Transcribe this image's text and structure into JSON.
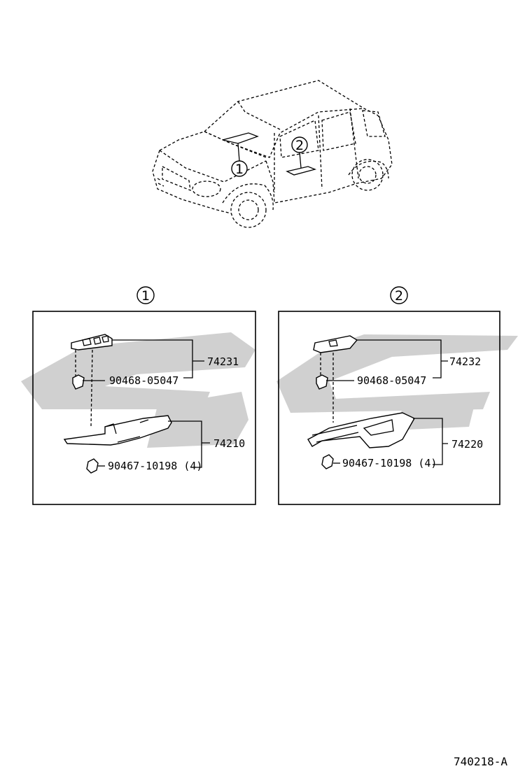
{
  "callouts": {
    "one": "1",
    "two": "2"
  },
  "panel_1": {
    "callout": "1",
    "parts": {
      "switch_bezel": "74231",
      "screw": "90468-05047",
      "armrest": "74210",
      "clip": "90467-10198 (4)"
    }
  },
  "panel_2": {
    "callout": "2",
    "parts": {
      "switch_bezel": "74232",
      "screw": "90468-05047",
      "armrest": "74220",
      "clip": "90467-10198 (4)"
    }
  },
  "footer": {
    "diagram_code": "740218-A"
  },
  "watermark": {
    "color": "#c8c8c8"
  }
}
